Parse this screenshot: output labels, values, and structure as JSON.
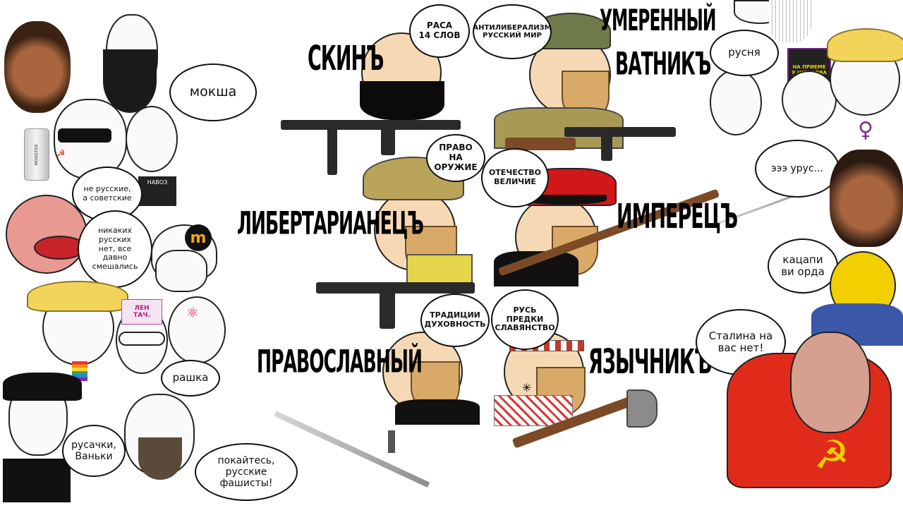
{
  "labels": {
    "skinhead": "СКИНЪ",
    "moderate_vatnik_1": "УМЕРЕННЫЙ",
    "moderate_vatnik_2": "ВАТНИКЪ",
    "libertarian": "ЛИБЕРТАРИАНЕЦЪ",
    "imperial": "ИМПЕРЕЦЪ",
    "orthodox": "ПРАВОСЛАВНЫЙ",
    "pagan": "ЯЗЫЧНИКЪ"
  },
  "chad_bubbles": {
    "skinhead": "РАСА\n14 СЛОВ",
    "vatnik": "АНТИЛИБЕРАЛИЗМ\nРУССКИЙ МИР",
    "libertarian": "ПРАВО НА\nОРУЖИЕ",
    "imperial": "ОТЕЧЕСТВО\nВЕЛИЧИЕ",
    "orthodox": "ТРАДИЦИИ\nДУХОВНОСТЬ",
    "pagan": "РУСЬ\nПРЕДКИ\nСЛАВЯНСТВО"
  },
  "wojak_bubbles": {
    "moksha": "мокша",
    "not_russian": "не русские,\nа советские",
    "no_russians": "никаких\nрусских\nнет, все\nдавно\nсмешались",
    "rashka": "рашка",
    "rusachki": "русачки,\nВаньки",
    "repent": "покайтесь,\nрусские\nфашисты!",
    "rusnya": "русня",
    "urus": "эээ урус...",
    "katsapi": "кацапи\nви орда",
    "stalin": "Сталина на\nвас нет!"
  },
  "small_text": {
    "monster_can": "MONSTER",
    "lentach_1": "ЛЕН",
    "lentach_2": "ТАЧ.",
    "sign": "НА ПРИЕМЕ\nУ ШЕВЦОВА",
    "nav_shirt": "НАВОЗ"
  },
  "colors": {
    "beard": "#d9a968",
    "red_shirt": "#e02b1b",
    "gold": "#f2d000",
    "black": "#111111"
  }
}
